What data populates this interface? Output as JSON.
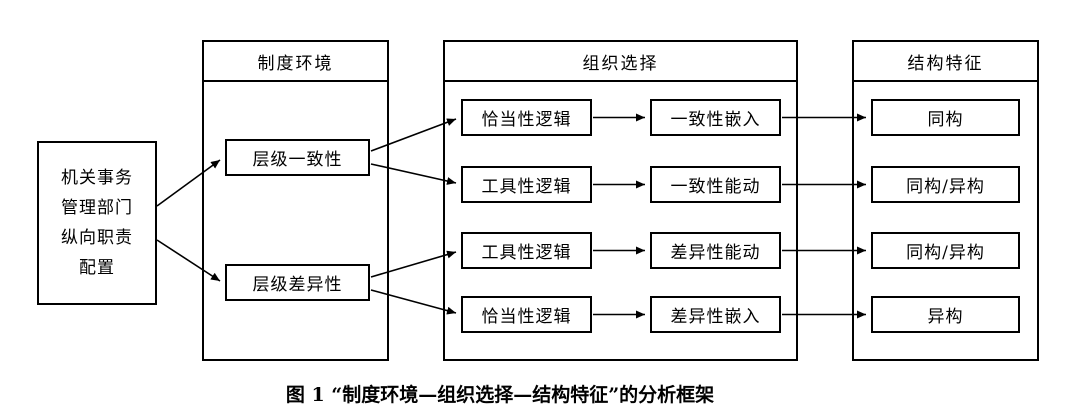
{
  "caption": "图 1 “制度环境—组织选择—结构特征”的分析框架",
  "source_node": {
    "lines": [
      "机关事务",
      "管理部门",
      "纵向职责",
      "配置"
    ]
  },
  "institution": {
    "title": "制度环境",
    "items": [
      {
        "label": "层级一致性"
      },
      {
        "label": "层级差异性"
      }
    ]
  },
  "organization": {
    "title": "组织选择",
    "rows": [
      {
        "logic": "恰当性逻辑",
        "action": "一致性嵌入"
      },
      {
        "logic": "工具性逻辑",
        "action": "一致性能动"
      },
      {
        "logic": "工具性逻辑",
        "action": "差异性能动"
      },
      {
        "logic": "恰当性逻辑",
        "action": "差异性嵌入"
      }
    ]
  },
  "structure": {
    "title": "结构特征",
    "items": [
      {
        "label": "同构"
      },
      {
        "label": "同构/异构"
      },
      {
        "label": "同构/异构"
      },
      {
        "label": "异构"
      }
    ]
  }
}
